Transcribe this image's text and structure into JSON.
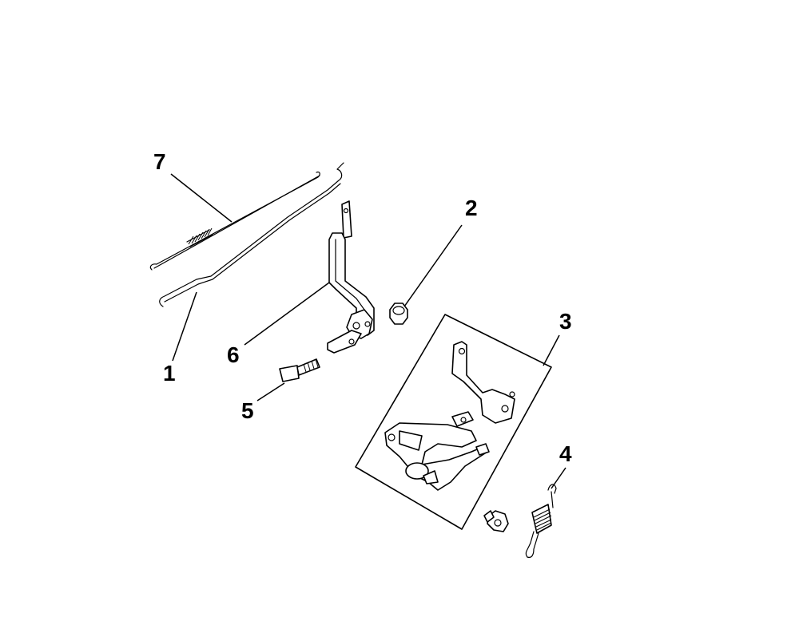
{
  "callouts": {
    "c1": "1",
    "c2": "2",
    "c3": "3",
    "c4": "4",
    "c5": "5",
    "c6": "6",
    "c7": "7"
  },
  "parts": [
    {
      "callout": "1",
      "icon": "rod-icon"
    },
    {
      "callout": "2",
      "icon": "nut-icon"
    },
    {
      "callout": "3",
      "icon": "bracket-assembly-icon"
    },
    {
      "callout": "4",
      "icon": "spring-icon"
    },
    {
      "callout": "5",
      "icon": "bolt-icon"
    },
    {
      "callout": "6",
      "icon": "lever-icon"
    },
    {
      "callout": "7",
      "icon": "spring-rod-icon"
    }
  ],
  "colors": {
    "line": "#000000",
    "background": "#ffffff"
  }
}
